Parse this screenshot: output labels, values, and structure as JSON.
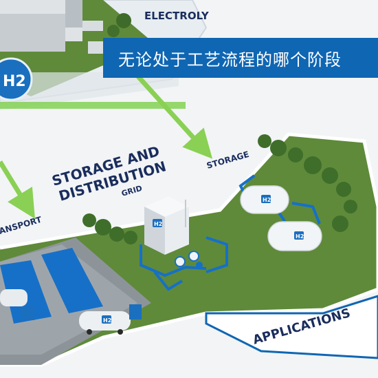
{
  "banner": {
    "text": "无论处于工艺流程的哪个阶段"
  },
  "labels": {
    "electrolysis": "ELECTROLY",
    "storage_distribution_line1": "STORAGE AND",
    "storage_distribution_line2": "DISTRIBUTION",
    "grid": "GRID",
    "storage": "STORAGE",
    "transport": "ANSPORT",
    "applications": "APPLICATIONS"
  },
  "badges": {
    "h2_plant": "H2",
    "h2_building": "H2",
    "h2_tank_1": "H2",
    "h2_tank_2": "H2",
    "h2_truck": "H2"
  },
  "colors": {
    "brand_blue": "#0f66b3",
    "arrow_green": "#7ccf4a",
    "label_navy": "#1a2d5c",
    "grass": "#5f8a3a"
  }
}
